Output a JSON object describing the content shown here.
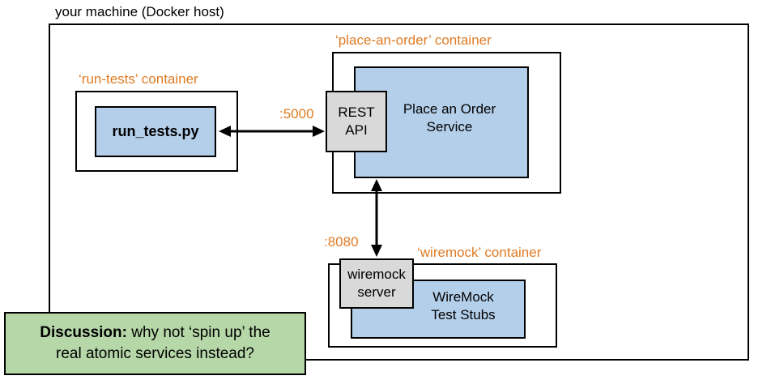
{
  "host": {
    "label": "your machine (Docker host)"
  },
  "run_tests": {
    "container_label": "‘run-tests’ container",
    "script_label": "run_tests.py"
  },
  "place_an_order": {
    "container_label": "‘place-an-order’ container",
    "api_label_line1": "REST",
    "api_label_line2": "API",
    "service_line1": "Place an Order",
    "service_line2": "Service"
  },
  "wiremock": {
    "container_label": "‘wiremock’ container",
    "server_line1": "wiremock",
    "server_line2": "server",
    "stubs_line1": "WireMock",
    "stubs_line2": "Test Stubs"
  },
  "ports": {
    "rest": ":5000",
    "wiremock": ":8080"
  },
  "discussion": {
    "bold": "Discussion:",
    "line1_rest": " why not ‘spin up’ the",
    "line2": "real atomic services instead?"
  },
  "colors": {
    "accent_orange": "#e07b24",
    "service_blue": "#b4cfea",
    "api_grey": "#d9d9d9",
    "note_green": "#b6d7a8"
  }
}
